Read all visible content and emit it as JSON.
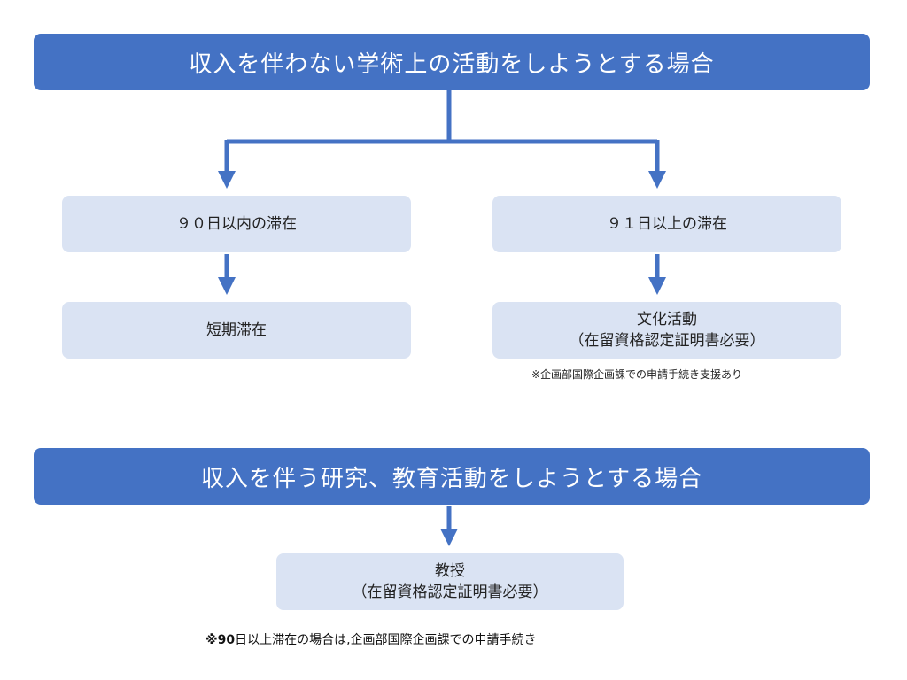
{
  "section1": {
    "header": "収入を伴わない学術上の活動をしようとする場合",
    "left_condition": "９０日以内の滞在",
    "left_result": "短期滞在",
    "right_condition": "９１日以上の滞在",
    "right_result_line1": "文化活動",
    "right_result_line2": "（在留資格認定証明書必要）",
    "right_note": "※企画部国際企画課での申請手続き支援あり"
  },
  "section2": {
    "header": "収入を伴う研究、教育活動をしようとする場合",
    "result_line1": "教授",
    "result_line2": "（在留資格認定証明書必要）",
    "note_mark": "※90",
    "note_text": "日以上滞在の場合は,企画部国際企画課での申請手続き"
  },
  "colors": {
    "header_fill": "#4472c4",
    "box_fill": "#dae3f3",
    "connector": "#4472c4"
  }
}
